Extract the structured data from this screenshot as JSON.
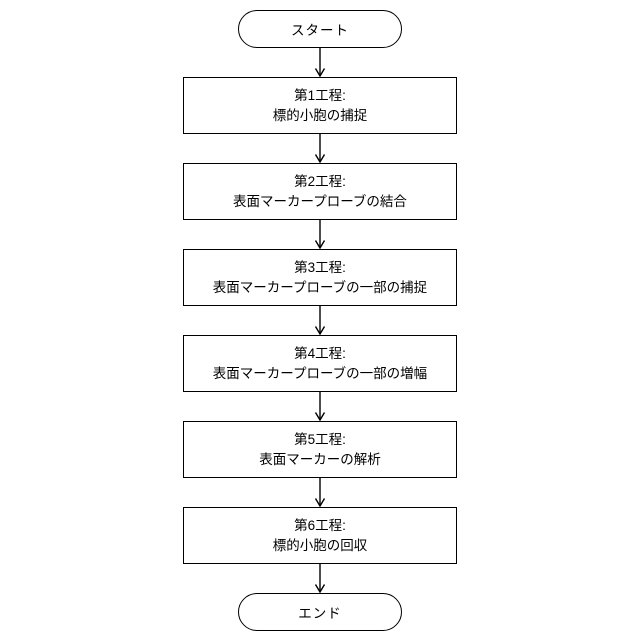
{
  "flowchart": {
    "start_label": "スタート",
    "end_label": "エンド",
    "steps": [
      {
        "title": "第1工程:",
        "detail": "標的小胞の捕捉"
      },
      {
        "title": "第2工程:",
        "detail": "表面マーカープローブの結合"
      },
      {
        "title": "第3工程:",
        "detail": "表面マーカープローブの一部の捕捉"
      },
      {
        "title": "第4工程:",
        "detail": "表面マーカープローブの一部の増幅"
      },
      {
        "title": "第5工程:",
        "detail": "表面マーカーの解析"
      },
      {
        "title": "第6工程:",
        "detail": "標的小胞の回収"
      }
    ],
    "colors": {
      "stroke": "#000000",
      "background": "#ffffff"
    }
  }
}
